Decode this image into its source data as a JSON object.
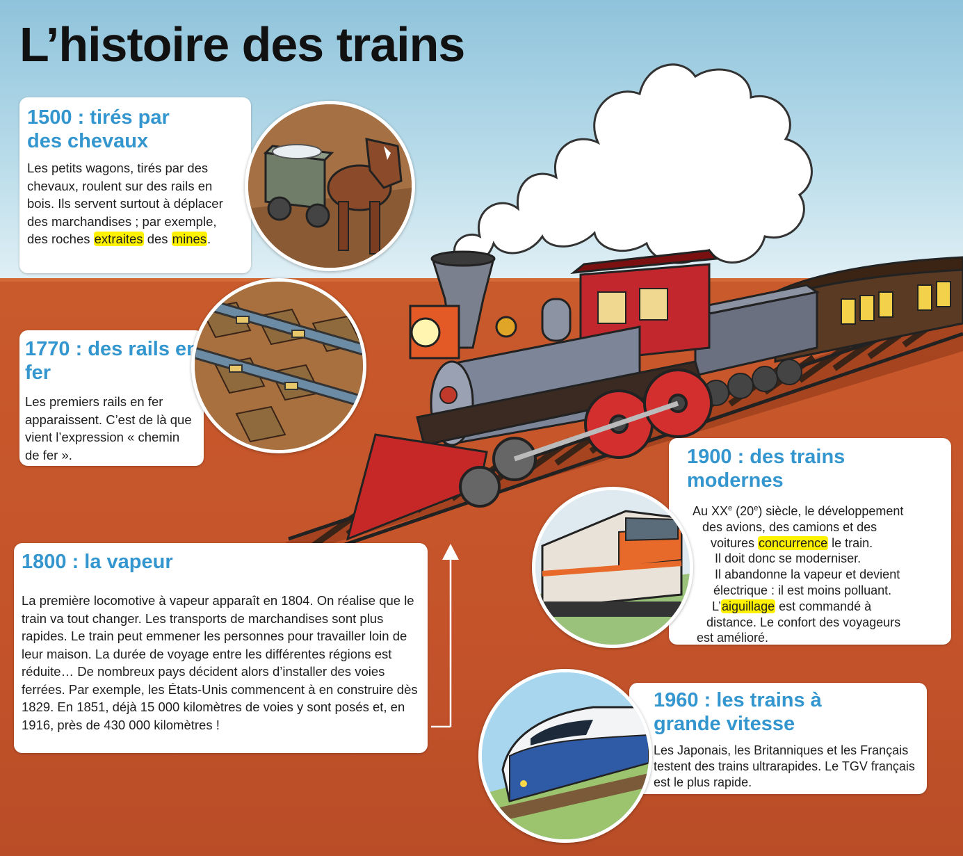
{
  "title": "L’histoire des trains",
  "sections": {
    "s1500": {
      "heading": "1500 : tirés par des chevaux",
      "text_before": "Les petits wagons, tirés par des chevaux, roulent sur des rails en bois. Ils servent surtout à déplacer des marchandises ; par exemple, des roches ",
      "highlight1": "extraites",
      "text_middle": " des ",
      "highlight2": "mines",
      "text_after": "."
    },
    "s1770": {
      "heading": "1770 : des rails en fer",
      "text": "Les premiers rails en fer apparaissent. C’est de là que vient l’expression « chemin de fer »."
    },
    "s1800": {
      "heading": "1800 : la vapeur",
      "text": "La première locomotive à vapeur apparaît en 1804. On réalise que le train va tout changer. Les transports de marchandises sont plus rapides. Le train peut emmener les personnes pour travailler loin de leur maison. La durée de voyage entre les différentes régions est réduite… De nombreux pays décident alors d’installer des voies ferrées. Par exemple, les États-Unis commencent à en construire dès 1829. En 1851, déjà 15 000 kilomètres de voies y sont posés et, en 1916, près de 430 000 kilomètres !"
    },
    "s1900": {
      "heading": "1900 : des trains modernes",
      "line1_before": "Au XX",
      "line1_sup1": "e",
      "line1_mid": " (20",
      "line1_sup2": "e",
      "line1_after": ") siècle, le développement",
      "line2": "des avions, des camions et des",
      "line3_before": "voitures ",
      "line3_highlight": "concurrence",
      "line3_after": " le train.",
      "line4": "Il doit donc se moderniser.",
      "line5": "Il abandonne la vapeur et devient",
      "line6": "électrique : il est moins polluant.",
      "line7_before": "L’",
      "line7_highlight": "aiguillage",
      "line7_after": " est commandé à",
      "line8": "distance. Le confort des voyageurs",
      "line9": "est amélioré."
    },
    "s1960": {
      "heading": "1960 : les trains à grande vitesse",
      "text": "Les Japonais, les Britanniques et les Français testent des trains ultrarapides. Le TGV français est le plus rapide."
    }
  },
  "colors": {
    "heading": "#3496cf",
    "highlight": "#fff200",
    "ground": "#c4532a",
    "sky": "#9fcde0"
  },
  "icons": [
    "steam-cloud",
    "steam-locomotive",
    "horse-wagon",
    "iron-rails",
    "electric-locomotive",
    "tgv-train",
    "up-arrow"
  ]
}
